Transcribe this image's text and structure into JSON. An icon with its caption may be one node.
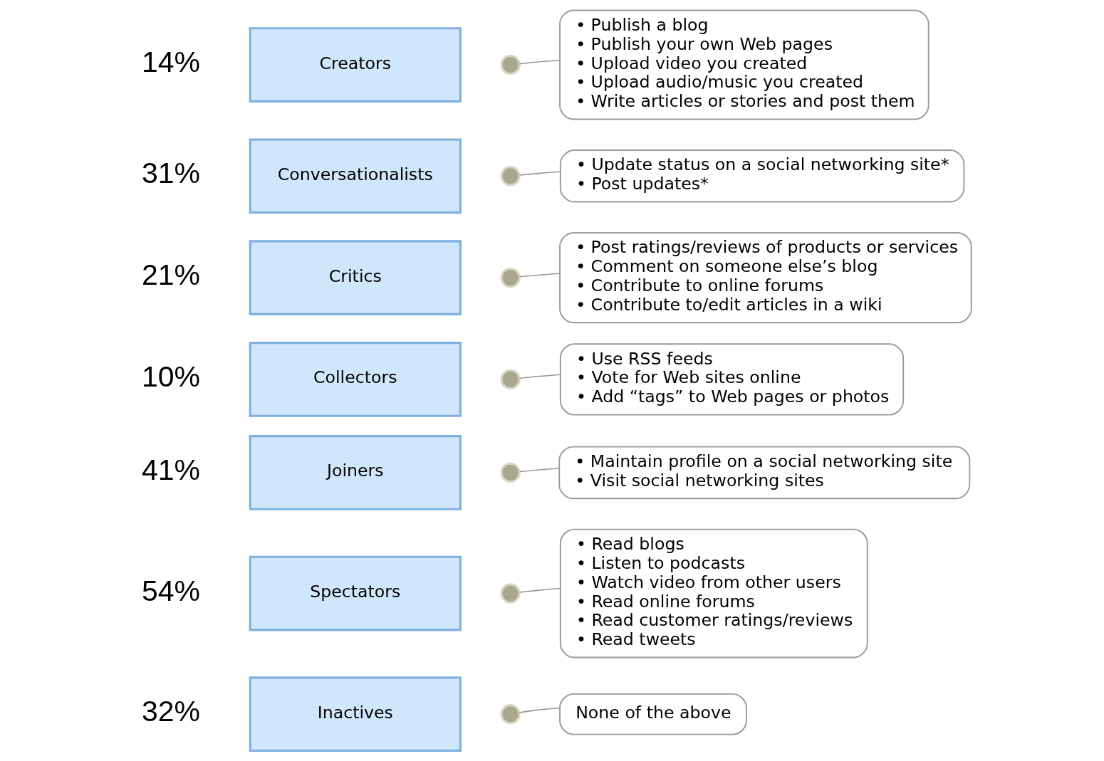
{
  "diagram": {
    "nodes": [
      {
        "text": [
          "Creators"
        ]
      },
      {
        "text": [],
        "shape": "circle"
      },
      {
        "text": [
          "• Publish a blog",
          "• Publish your own Web pages",
          "• Upload video you created",
          "• Upload audio/music you created",
          "• Write articles or stories and post them"
        ]
      },
      {
        "text": [
          "Conversationalists"
        ]
      },
      {
        "text": [],
        "shape": "circle"
      },
      {
        "text": [
          "• Update status on a social networking site*",
          "• Post updates*"
        ]
      },
      {
        "text": [
          "Critics"
        ]
      },
      {
        "text": [],
        "shape": "circle"
      },
      {
        "text": [
          "• Post ratings/reviews of products or services",
          "• Comment on someone else’s blog",
          "• Contribute to online forums",
          "• Contribute to/edit articles in a wiki"
        ]
      },
      {
        "text": [
          "Collectors"
        ]
      },
      {
        "text": [],
        "shape": "circle"
      },
      {
        "text": [
          "• Use RSS feeds",
          "• Vote for Web sites online",
          "• Add “tags” to Web pages or photos"
        ]
      },
      {
        "text": [
          "Joiners"
        ]
      },
      {
        "text": [],
        "shape": "circle"
      },
      {
        "text": [
          "• Maintain profile on a social networking site",
          "• Visit social networking sites"
        ]
      },
      {
        "text": [
          "Spectators"
        ]
      },
      {
        "text": [],
        "shape": "circle"
      },
      {
        "text": [
          "• Read blogs",
          "• Listen to podcasts",
          "• Watch video from other users",
          "• Read online forums",
          "• Read customer ratings/reviews",
          "• Read tweets"
        ]
      },
      {
        "text": [
          "Inactives"
        ]
      },
      {
        "text": [],
        "shape": "circle"
      },
      {
        "text": [
          "None of the above"
        ]
      }
    ],
    "edges": [
      {
        "from": 1,
        "to": 2,
        "arrow": "none"
      },
      {
        "from": 4,
        "to": 5,
        "arrow": "none"
      },
      {
        "from": 7,
        "to": 8,
        "arrow": "none"
      },
      {
        "from": 10,
        "to": 11,
        "arrow": "none"
      },
      {
        "from": 13,
        "to": 14,
        "arrow": "none"
      },
      {
        "from": 16,
        "to": 17,
        "arrow": "none"
      },
      {
        "from": 19,
        "to": 20,
        "arrow": "none"
      }
    ],
    "labels": [
      "14%",
      "31%",
      "21%",
      "10%",
      "41%",
      "54%",
      "32%"
    ]
  }
}
